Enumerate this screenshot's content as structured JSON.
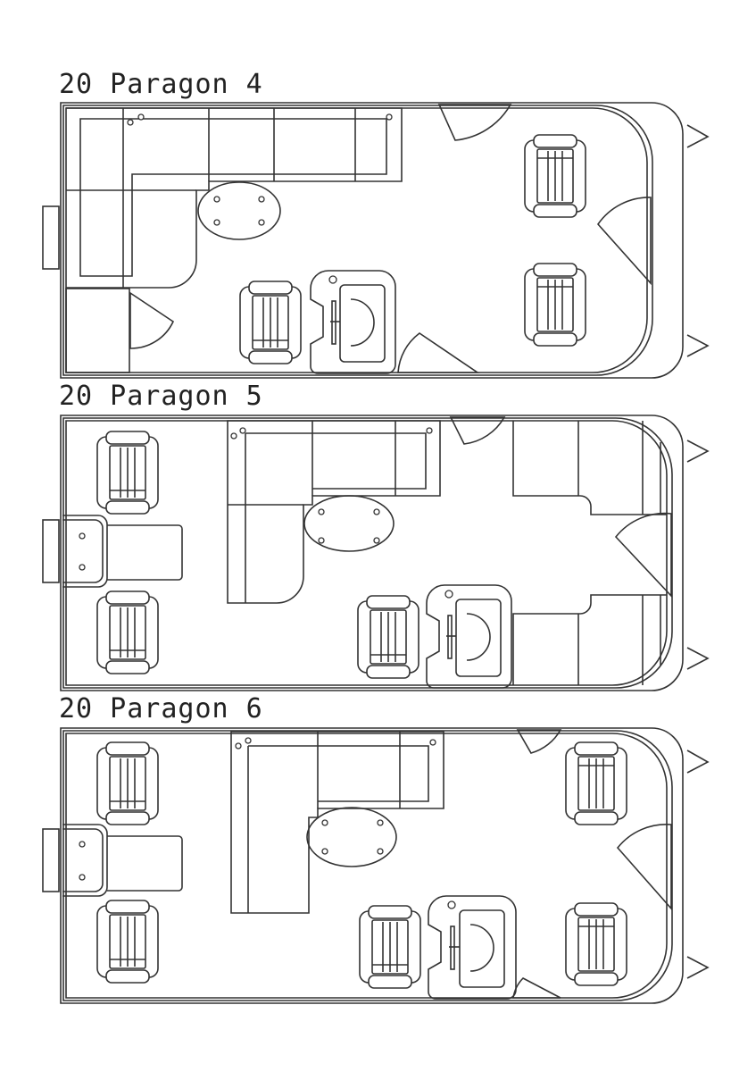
{
  "layouts": [
    {
      "title": "20 Paragon 4"
    },
    {
      "title": "20 Paragon 5"
    },
    {
      "title": "20 Paragon 6"
    }
  ],
  "colors": {
    "line": "#333333",
    "background": "#ffffff"
  }
}
